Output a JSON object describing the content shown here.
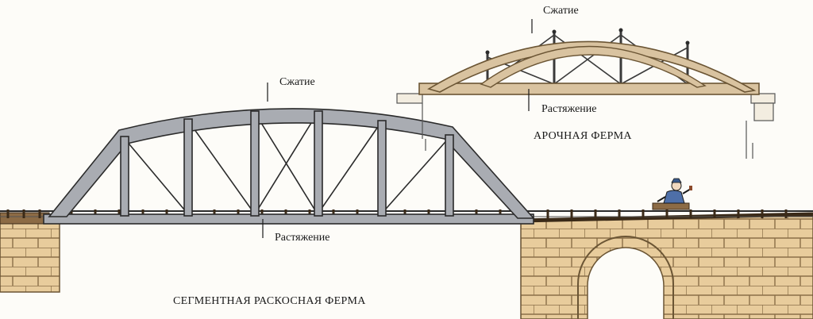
{
  "arch_truss": {
    "compression_label": "Сжатие",
    "tension_label": "Растяжение",
    "caption": "АРОЧНАЯ ФЕРМА"
  },
  "segment_truss": {
    "compression_label": "Сжатие",
    "tension_label": "Растяжение",
    "caption": "СЕГМЕНТНАЯ РАСКОСНАЯ ФЕРМА"
  },
  "colors": {
    "steel": "#a9acb2",
    "steel_outline": "#2b2b2b",
    "timber": "#d9c3a0",
    "timber_outline": "#6b5534",
    "stone": "#e6c998",
    "stone_outline": "#8a6f48",
    "ink": "#1a1a1a"
  }
}
